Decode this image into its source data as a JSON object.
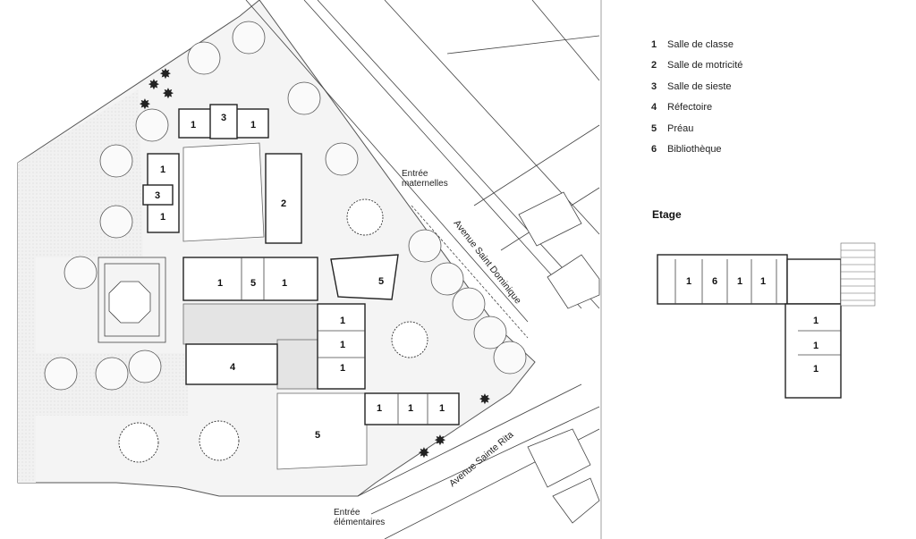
{
  "legend": {
    "items": [
      {
        "num": "1",
        "label": "Salle de classe"
      },
      {
        "num": "2",
        "label": "Salle de motricité"
      },
      {
        "num": "3",
        "label": "Salle de sieste"
      },
      {
        "num": "4",
        "label": "Réfectoire"
      },
      {
        "num": "5",
        "label": "Préau"
      },
      {
        "num": "6",
        "label": "Bibliothèque"
      }
    ]
  },
  "etage": {
    "title": "Etage"
  },
  "labels": {
    "entree_maternelles": [
      "Entrée",
      "maternelles"
    ],
    "entree_elementaires": [
      "Entrée",
      "élémentaires"
    ],
    "avenue_dominique": "Avenue Saint Dominique",
    "avenue_rita": "Avenue Sainte Rita"
  },
  "ground_rooms": {
    "r1": "1",
    "r2": "3",
    "r3": "1",
    "r4": "1",
    "r5": "3",
    "r6": "1",
    "r7": "2",
    "r8": "1",
    "r9": "5",
    "r10": "1",
    "r11": "5",
    "r12": "1",
    "r13": "1",
    "r14": "1",
    "r15": "4",
    "r16": "1",
    "r17": "1",
    "r18": "1",
    "r19": "5"
  },
  "upper_rooms": {
    "u1": "1",
    "u2": "6",
    "u3": "1",
    "u4": "1",
    "u5": "1",
    "u6": "1",
    "u7": "1"
  }
}
